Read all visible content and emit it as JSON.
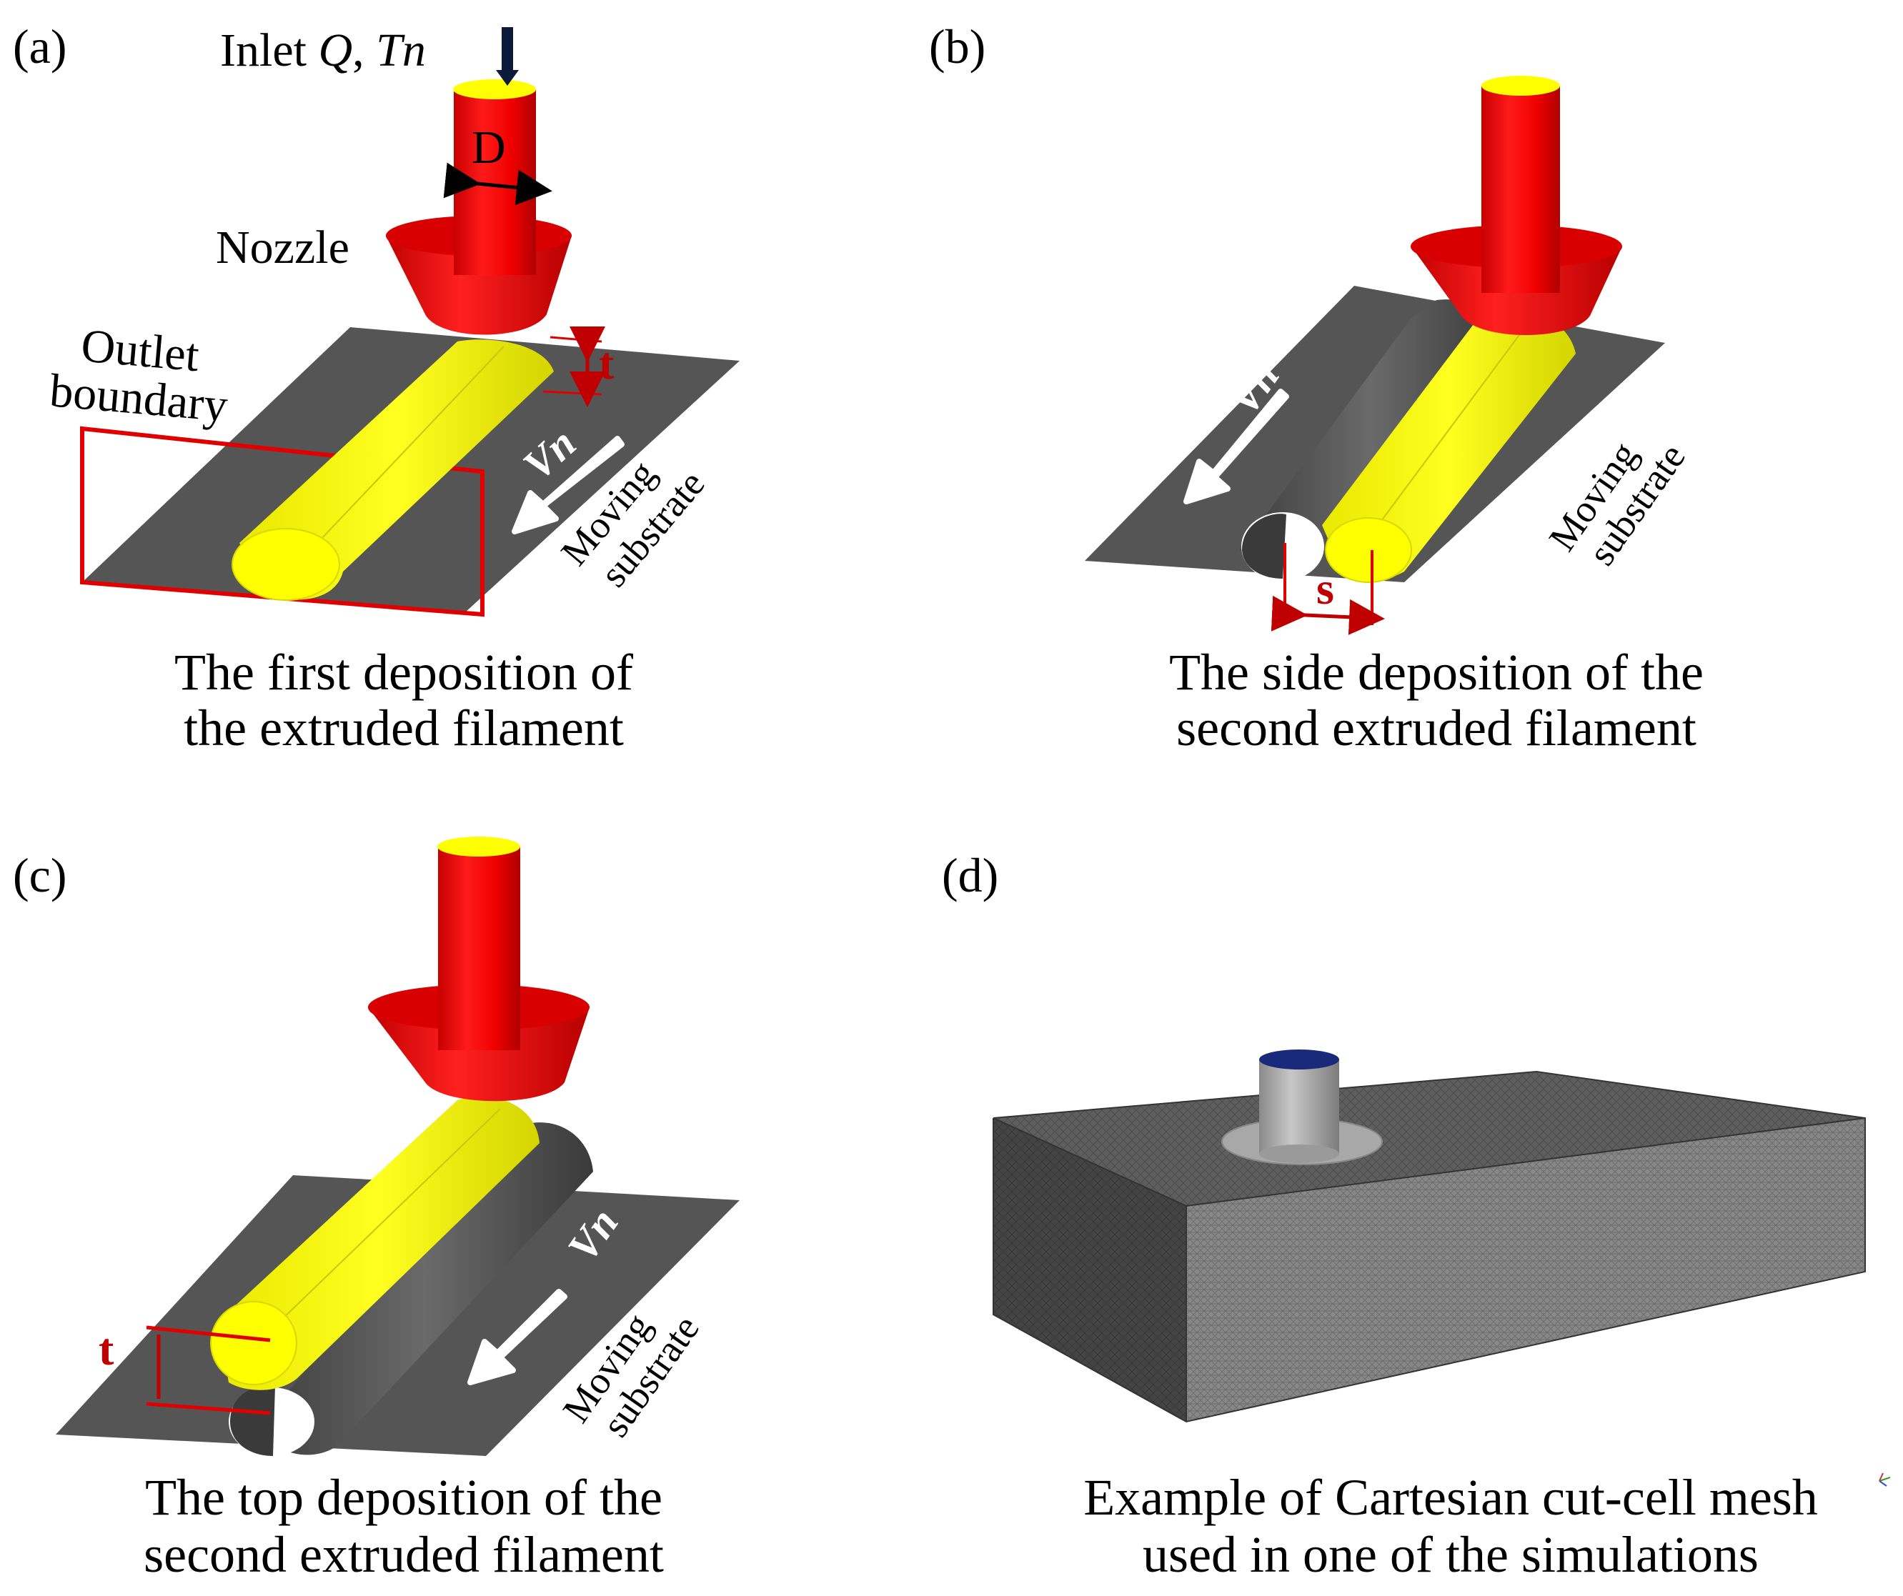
{
  "panels": {
    "a": {
      "label": "(a)",
      "inlet_prefix": "Inlet ",
      "inlet_q": "Q",
      "inlet_sep": ", ",
      "inlet_tn": "Tn",
      "diameter": "D",
      "nozzle": "Nozzle",
      "outlet_line1": "Outlet",
      "outlet_line2": "boundary",
      "thickness": "t",
      "velocity": "Vn",
      "substrate_line1": "Moving",
      "substrate_line2": "substrate",
      "caption_line1": "The first deposition of",
      "caption_line2": "the extruded filament"
    },
    "b": {
      "label": "(b)",
      "velocity": "Vn",
      "spacing": "s",
      "substrate_line1": "Moving",
      "substrate_line2": "substrate",
      "caption_line1": "The side deposition of the",
      "caption_line2": "second extruded filament"
    },
    "c": {
      "label": "(c)",
      "velocity": "Vn",
      "thickness": "t",
      "substrate_line1": "Moving",
      "substrate_line2": "substrate",
      "caption_line1": "The top deposition of the",
      "caption_line2": "second extruded filament"
    },
    "d": {
      "label": "(d)",
      "caption_line1": "Example of Cartesian cut-cell mesh",
      "caption_line2": "used in one of the simulations"
    }
  },
  "colors": {
    "nozzle_red": "#ff0000",
    "filament_yellow": "#ffff00",
    "substrate_gray": "#555555",
    "annotation_red": "#c00000",
    "mesh_gray": "#7a7a7a",
    "inlet_blue": "#1a2a7a"
  }
}
